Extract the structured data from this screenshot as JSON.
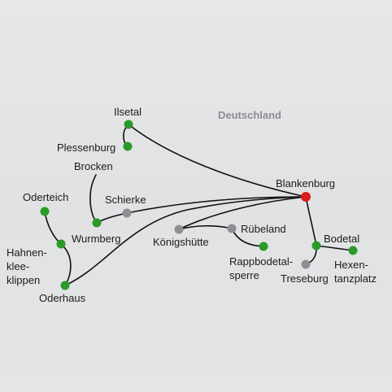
{
  "map": {
    "country_label": "Deutschland",
    "colors": {
      "background": "#e3e4e5",
      "route_line": "#111111",
      "station_green": "#2b9a2b",
      "station_grey": "#8e8f92",
      "station_red": "#d91c1c",
      "country_text": "#8b8e92"
    },
    "places": {
      "ilsetal": {
        "label": [
          "Ilsetal"
        ],
        "marker": "green"
      },
      "plessenburg": {
        "label": [
          "Plessenburg"
        ],
        "marker": "green"
      },
      "brocken": {
        "label": [
          "Brocken"
        ],
        "marker": null
      },
      "wurmberg": {
        "label": [
          "Wurmberg"
        ],
        "marker": "green"
      },
      "schierke": {
        "label": [
          "Schierke"
        ],
        "marker": "grey"
      },
      "oderteich": {
        "label": [
          "Oderteich"
        ],
        "marker": "green"
      },
      "hahnenkleeklippen": {
        "label": [
          "Hahnen-",
          "klee-",
          "klippen"
        ],
        "marker": "green"
      },
      "oderhaus": {
        "label": [
          "Oderhaus"
        ],
        "marker": "green"
      },
      "blankenburg": {
        "label": [
          "Blankenburg"
        ],
        "marker": "red"
      },
      "koenigshuette": {
        "label": [
          "Königshütte"
        ],
        "marker": "grey"
      },
      "ruebeland": {
        "label": [
          "Rübeland"
        ],
        "marker": "grey"
      },
      "rappbodetalsperre": {
        "label": [
          "Rappbodetal-",
          "sperre"
        ],
        "marker": "green"
      },
      "bodetal": {
        "label": [
          "Bodetal"
        ],
        "marker": "green"
      },
      "hexentanzplatz": {
        "label": [
          "Hexen-",
          "tanzplatz"
        ],
        "marker": "green"
      },
      "treseburg": {
        "label": [
          "Treseburg"
        ],
        "marker": "grey"
      }
    }
  }
}
